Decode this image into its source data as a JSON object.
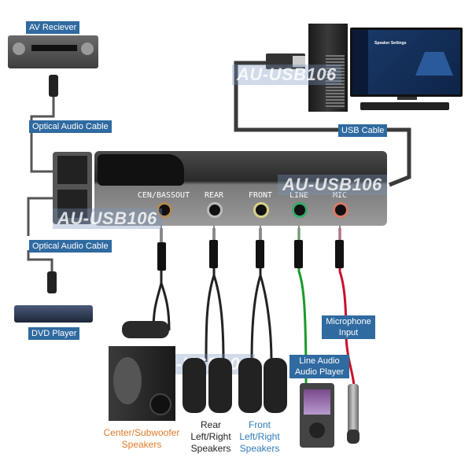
{
  "labels": {
    "av_receiver": "AV Reciever",
    "optical_top": "Optical Audio Cable",
    "optical_bottom": "Optical Audio Cable",
    "dvd_player": "DVD Player",
    "usb_cable": "USB Cable",
    "microphone": "Microphone Input",
    "line_player": "Line Audio Audio Player"
  },
  "ports": [
    {
      "label": "CEN/BASSOUT",
      "ring": "#b08a50"
    },
    {
      "label": "REAR",
      "ring": "#bbbbbb"
    },
    {
      "label": "FRONT",
      "ring": "#d8d08a"
    },
    {
      "label": "LINE",
      "ring": "#3aa86a"
    },
    {
      "label": "MIC",
      "ring": "#d87a6a"
    }
  ],
  "captions": {
    "center_sub": {
      "line1": "Center/Subwoofer",
      "line2": "Speakers",
      "color": "#e07a2a"
    },
    "rear": {
      "line1": "Rear",
      "line2": "Left/Right",
      "line3": "Speakers",
      "color": "#222222"
    },
    "front": {
      "line1": "Front",
      "line2": "Left/Right",
      "line3": "Speakers",
      "color": "#2f7ab8"
    }
  },
  "watermark": "AU-USB106",
  "monitor": {
    "title": "Speaker Settings"
  },
  "cable_colors": {
    "line": "#1a9a2a",
    "mic": "#c8102e",
    "default": "#222222"
  }
}
